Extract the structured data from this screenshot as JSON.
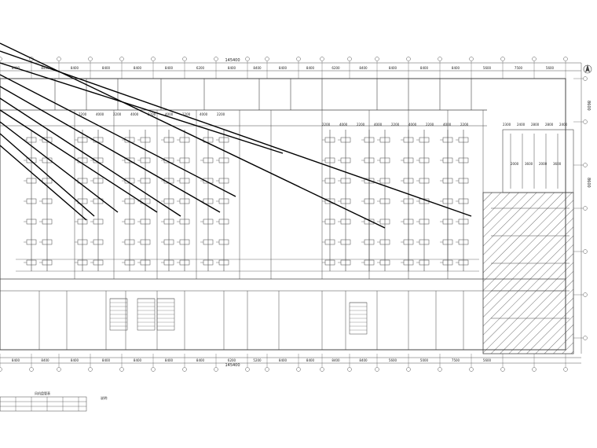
{
  "drawing": {
    "total_dimension_top": "145400",
    "total_dimension_bottom": "145400",
    "top_bays": [
      "8400",
      "8400",
      "8400",
      "8400",
      "8400",
      "8400",
      "6200",
      "8400",
      "8400",
      "8400",
      "8400",
      "6200",
      "8400",
      "8400",
      "8400",
      "8400",
      "5600",
      "7500",
      "5600"
    ],
    "bottom_bays": [
      "8400",
      "8400",
      "8400",
      "8400",
      "8400",
      "8400",
      "8400",
      "6200",
      "5200",
      "8400",
      "8400",
      "8400",
      "8400",
      "5600",
      "5000",
      "7500",
      "5600"
    ],
    "side_dimension_top": "8600",
    "side_dimension_bottom": "8600",
    "unit_dims_left": [
      "2200",
      "4000",
      "2200",
      "4000",
      "2200",
      "4000",
      "2200",
      "4000",
      "2200"
    ],
    "unit_dims_right": [
      "2200",
      "4000",
      "2200",
      "4000",
      "2200",
      "4000",
      "2200",
      "4000",
      "2200"
    ],
    "corridor_dims": [
      "2300",
      "2400",
      "2800",
      "2800",
      "2400"
    ],
    "hatched_dims": [
      "2000",
      "3600",
      "2000",
      "3600"
    ],
    "legend_title": "风机盘管表",
    "notes_title": "说明:"
  },
  "colors": {
    "line": "#444444",
    "dim": "#555555",
    "leader": "#000000",
    "hatch": "#333333"
  }
}
